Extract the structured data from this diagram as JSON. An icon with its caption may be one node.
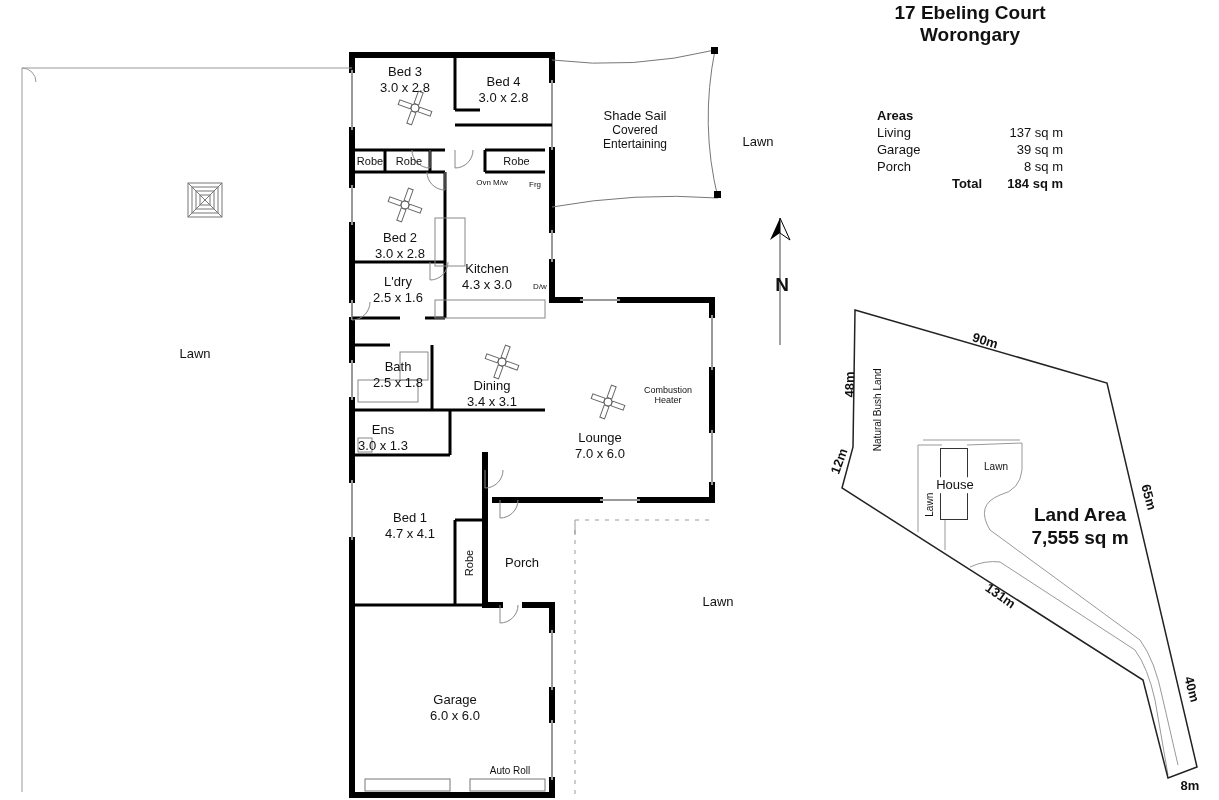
{
  "diagram": {
    "title": "17 Ebeling Court Worongary",
    "nodes": [
      {
        "text": [
          "Bed 3",
          "3.0 x 2.8"
        ]
      },
      {
        "text": [
          "Bed 4",
          "3.0 x 2.8"
        ]
      },
      {
        "text": [
          "Shade Sail",
          "Covered Entertaining"
        ]
      },
      {
        "text": [
          "Robe"
        ]
      },
      {
        "text": [
          "Robe"
        ]
      },
      {
        "text": [
          "Robe"
        ]
      },
      {
        "text": [
          "Bed 2",
          "3.0 x 2.8"
        ]
      },
      {
        "text": [
          "Kitchen",
          "4.3 x 3.0"
        ]
      },
      {
        "text": [
          "L'dry",
          "2.5 x 1.6"
        ]
      },
      {
        "text": [
          "Bath",
          "2.5 x 1.8"
        ]
      },
      {
        "text": [
          "Dining",
          "3.4 x 3.1"
        ]
      },
      {
        "text": [
          "Lounge",
          "7.0 x 6.0"
        ]
      },
      {
        "text": [
          "Ens",
          "3.0 x 1.3"
        ]
      },
      {
        "text": [
          "Bed 1",
          "4.7 x 4.1"
        ]
      },
      {
        "text": [
          "Robe"
        ],
        "in": 13
      },
      {
        "text": [
          "Porch"
        ]
      },
      {
        "text": [
          "Garage",
          "6.0 x 6.0"
        ]
      },
      {
        "text": [
          "Land Area",
          "7,555 sq m"
        ]
      },
      {
        "text": [
          "House"
        ],
        "in": 17
      }
    ],
    "labels": [
      "Lawn",
      "Lawn",
      "Ovn M/w",
      "Frg",
      "D/w",
      "Combustion Heater",
      "Auto Roll",
      "Lawn",
      "N",
      "Areas",
      "Living",
      "137 sq m",
      "Garage",
      "39 sq m",
      "Porch",
      "8 sq m",
      "Total",
      "184 sq m",
      "90m",
      "48m",
      "Natural Bush Land",
      "12m",
      "Lawn",
      "Lawn",
      "65m",
      "131m",
      "40m",
      "8m"
    ]
  }
}
